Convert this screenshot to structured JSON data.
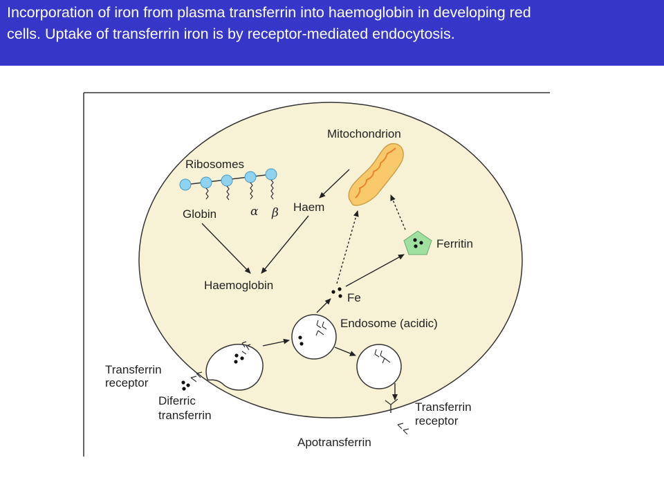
{
  "header": {
    "line1": "Incorporation of iron from plasma transferrin into haemoglobin in developing red",
    "line2": "cells. Uptake of transferrin iron is by receptor-mediated endocytosis."
  },
  "labels": {
    "mitochondrion": "Mitochondrion",
    "ribosomes": "Ribosomes",
    "globin": "Globin",
    "alpha": "α",
    "beta": "β",
    "haem": "Haem",
    "ferritin": "Ferritin",
    "haemoglobin": "Haemoglobin",
    "fe": "Fe",
    "endosome": "Endosome (acidic)",
    "transferrin_receptor_left_1": "Transferrin",
    "transferrin_receptor_left_2": "receptor",
    "diferric_1": "Diferric",
    "diferric_2": "transferrin",
    "transferrin_receptor_right_1": "Transferrin",
    "transferrin_receptor_right_2": "receptor",
    "apotransferrin": "Apotransferrin"
  },
  "colors": {
    "header_bg": "#3636c9",
    "cell_fill": "#f7f2d6",
    "ribosome": "#8fd3f0",
    "mitochondrion_fill": "#f7c96a",
    "mitochondrion_inner": "#e8842f",
    "ferritin": "#9fe0a0"
  }
}
